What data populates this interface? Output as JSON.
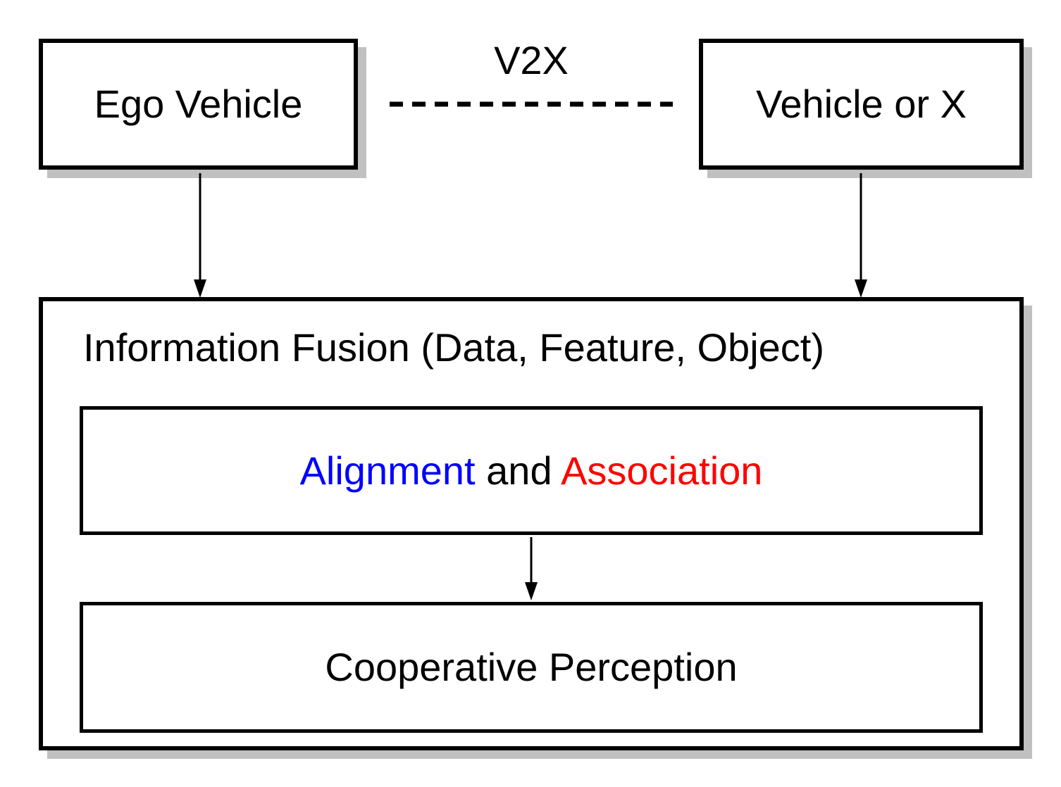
{
  "nodes": {
    "ego_vehicle": {
      "label": "Ego Vehicle"
    },
    "vehicle_or_x": {
      "label": "Vehicle or X"
    },
    "information_fusion": {
      "title": "Information Fusion (Data, Feature, Object)"
    },
    "alignment_association": {
      "alignment": "Alignment",
      "conjunction": "and",
      "association": "Association"
    },
    "cooperative_perception": {
      "label": "Cooperative Perception"
    }
  },
  "edges": [
    {
      "id": "v2x-link",
      "from": "ego_vehicle",
      "to": "vehicle_or_x",
      "label": "V2X",
      "style": "dashed-line"
    },
    {
      "id": "ego-to-fusion",
      "from": "ego_vehicle",
      "to": "information_fusion",
      "style": "arrow"
    },
    {
      "id": "x-to-fusion",
      "from": "vehicle_or_x",
      "to": "information_fusion",
      "style": "arrow"
    },
    {
      "id": "alignment-to-perception",
      "from": "alignment_association",
      "to": "cooperative_perception",
      "style": "arrow"
    }
  ],
  "colors": {
    "alignment_text": "#0000ff",
    "association_text": "#ff0000",
    "box_border": "#000000",
    "box_shadow": "#c0c0c0",
    "background": "#ffffff"
  }
}
